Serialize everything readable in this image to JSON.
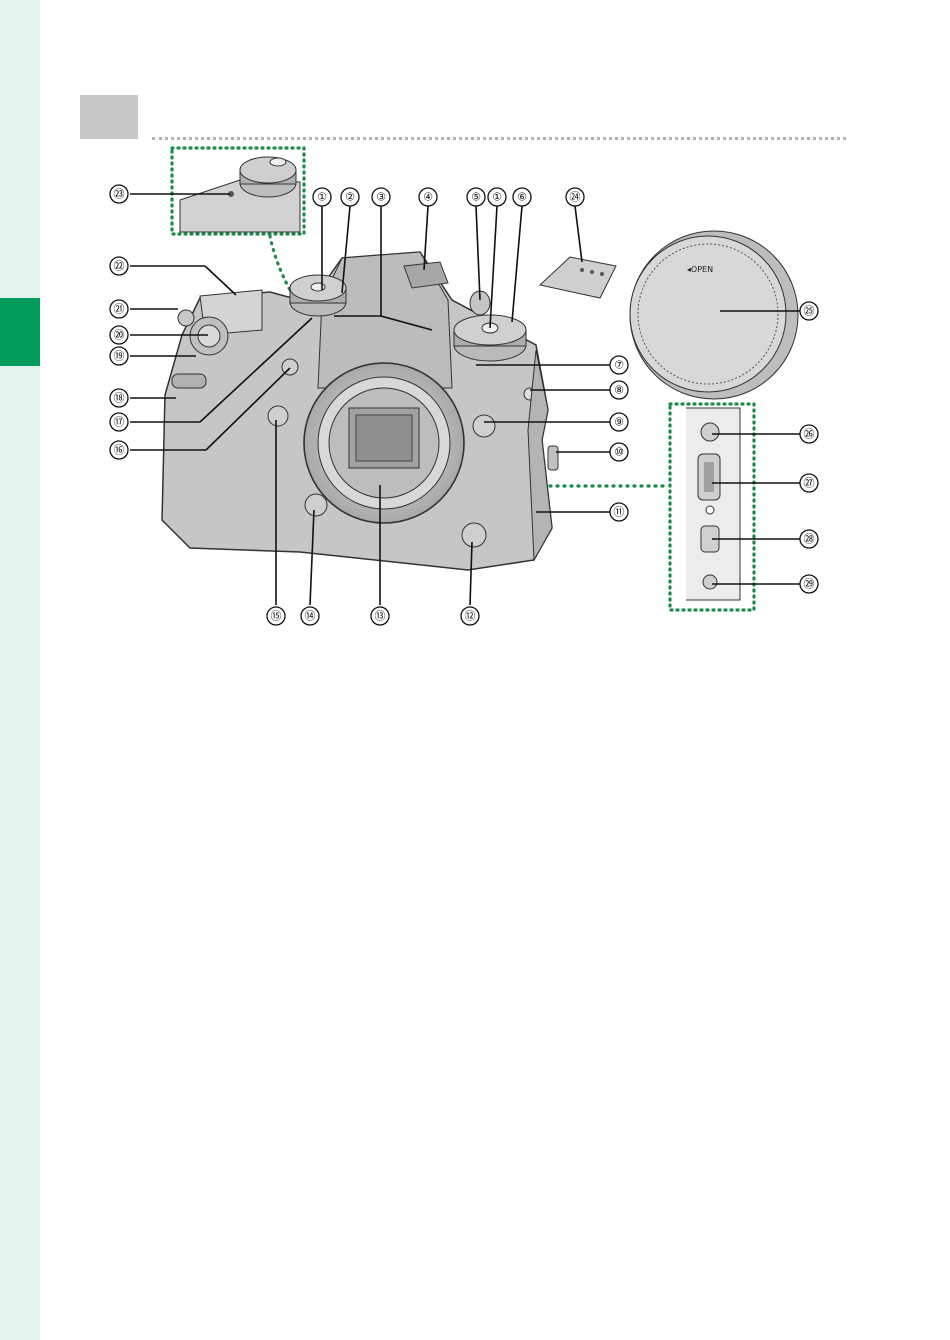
{
  "page": {
    "chapter_tab_color": "#009a5b",
    "side_strip_color": "#e3f3ed",
    "header_box_color": "#c8c8c8",
    "callout_inset_color": "#1b8a4a"
  },
  "parts_diagram": {
    "callouts": [
      {
        "id": "c1a",
        "label": "①"
      },
      {
        "id": "c2",
        "label": "②"
      },
      {
        "id": "c3",
        "label": "③"
      },
      {
        "id": "c4",
        "label": "④"
      },
      {
        "id": "c5",
        "label": "⑤"
      },
      {
        "id": "c1b",
        "label": "①"
      },
      {
        "id": "c6",
        "label": "⑥"
      },
      {
        "id": "c24",
        "label": "㉔"
      },
      {
        "id": "c23",
        "label": "㉓"
      },
      {
        "id": "c22",
        "label": "㉒"
      },
      {
        "id": "c21",
        "label": "㉑"
      },
      {
        "id": "c20",
        "label": "⑳"
      },
      {
        "id": "c19",
        "label": "⑲"
      },
      {
        "id": "c18",
        "label": "⑱"
      },
      {
        "id": "c17",
        "label": "⑰"
      },
      {
        "id": "c16",
        "label": "⑯"
      },
      {
        "id": "c7",
        "label": "⑦"
      },
      {
        "id": "c8",
        "label": "⑧"
      },
      {
        "id": "c9",
        "label": "⑨"
      },
      {
        "id": "c10",
        "label": "⑩"
      },
      {
        "id": "c11",
        "label": "⑪"
      },
      {
        "id": "c25",
        "label": "㉕"
      },
      {
        "id": "c26",
        "label": "㉖"
      },
      {
        "id": "c27",
        "label": "㉗"
      },
      {
        "id": "c28",
        "label": "㉘"
      },
      {
        "id": "c29",
        "label": "㉙"
      },
      {
        "id": "c15",
        "label": "⑮"
      },
      {
        "id": "c14",
        "label": "⑭"
      },
      {
        "id": "c13",
        "label": "⑬"
      },
      {
        "id": "c12",
        "label": "⑫"
      }
    ],
    "body_cap_text": "◂OPEN"
  }
}
